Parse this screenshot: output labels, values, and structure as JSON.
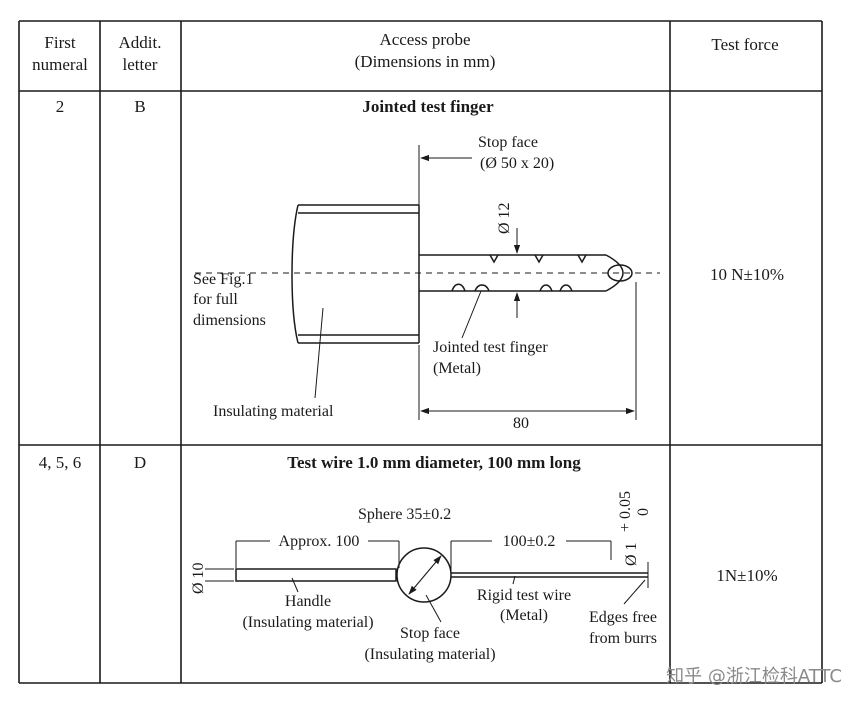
{
  "table": {
    "headers": {
      "first_numeral": [
        "First",
        "numeral"
      ],
      "addit_letter": [
        "Addit.",
        "letter"
      ],
      "access_probe": [
        "Access probe",
        "(Dimensions in mm)"
      ],
      "test_force": "Test force"
    },
    "rows": [
      {
        "first_numeral": "2",
        "addit_letter": "B",
        "probe_title": "Jointed test finger",
        "test_force": "10 N±10%",
        "labels": {
          "stop_face": [
            "Stop face",
            "(Ø 50 x 20)"
          ],
          "diameter": "Ø 12",
          "see_fig": [
            "See Fig.1",
            "for full",
            "dimensions"
          ],
          "jointed": [
            "Jointed test finger",
            "(Metal)"
          ],
          "insulating": "Insulating material",
          "length": "80"
        }
      },
      {
        "first_numeral": "4, 5, 6",
        "addit_letter": "D",
        "probe_title": "Test wire 1.0 mm diameter, 100 mm long",
        "test_force": "1N±10%",
        "labels": {
          "sphere": "Sphere 35±0.2",
          "approx": "Approx. 100",
          "length": "100±0.2",
          "tolerance": [
            "+ 0.05",
            "0"
          ],
          "wire_diameter": "Ø 1",
          "handle_diameter": "Ø 10",
          "handle": [
            "Handle",
            "(Insulating material)"
          ],
          "rigid": [
            "Rigid test wire",
            "(Metal)"
          ],
          "stop_face": [
            "Stop face",
            "(Insulating material)"
          ],
          "edges": [
            "Edges free",
            "from burrs"
          ]
        }
      }
    ]
  },
  "watermark": "知乎 @浙江检科ATTC"
}
